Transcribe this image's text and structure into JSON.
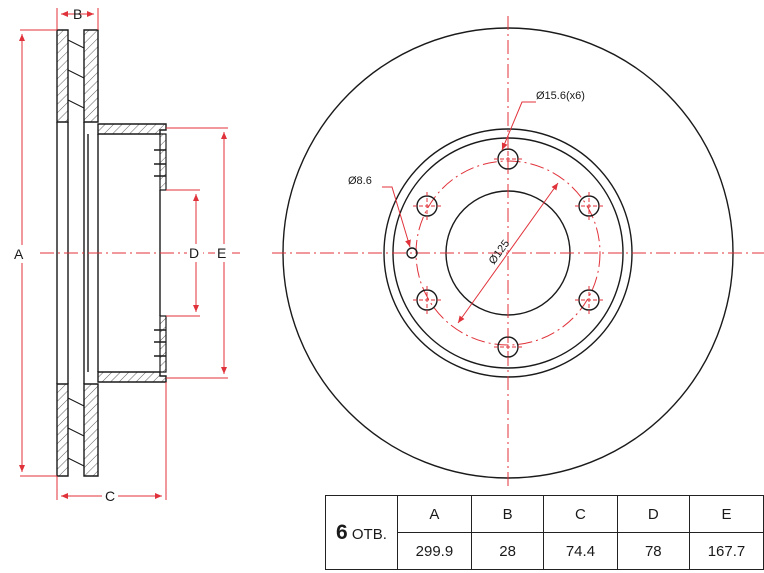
{
  "dimension_labels": {
    "a": "A",
    "b": "B",
    "c": "C",
    "d": "D",
    "e": "E"
  },
  "annotations": {
    "small_hole": "Ø8.6",
    "bolt_hole": "Ø15.6(x6)",
    "pcd": "Ø125"
  },
  "specs": {
    "holes_count": "6",
    "holes_unit": "ОТВ.",
    "headers": [
      "A",
      "B",
      "C",
      "D",
      "E"
    ],
    "values": [
      "299.9",
      "28",
      "74.4",
      "78",
      "167.7"
    ]
  },
  "colors": {
    "dimension_lines": "#e0323a",
    "outline": "#1a1a1a"
  }
}
